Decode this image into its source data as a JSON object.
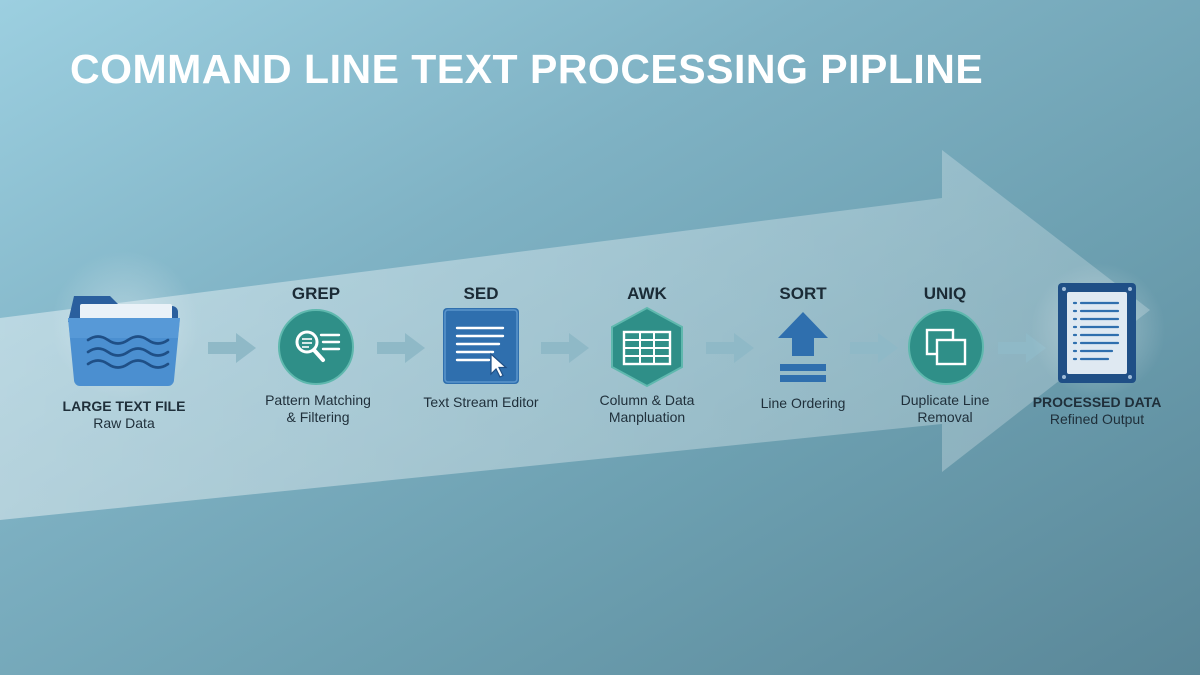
{
  "title": "COMMAND LINE TEXT PROCESSING PIPLINE",
  "colors": {
    "teal": "#2f8f88",
    "blue": "#2f6fae",
    "navy": "#1f4f86",
    "arrow": "#8fb9c7"
  },
  "stages": [
    {
      "name": "",
      "label": "LARGE TEXT FILE",
      "sub": "Raw Data",
      "icon": "folder-icon"
    },
    {
      "name": "GREP",
      "line1": "Pattern Matching",
      "line2": "& Filtering",
      "icon": "magnifier-list-icon"
    },
    {
      "name": "SED",
      "line1": "Text Stream Editor",
      "line2": "",
      "icon": "text-editor-cursor-icon"
    },
    {
      "name": "AWK",
      "line1": "Column & Data",
      "line2": "Manpluation",
      "icon": "table-hexagon-icon"
    },
    {
      "name": "SORT",
      "line1": "Line Ordering",
      "line2": "",
      "icon": "sort-up-arrow-icon"
    },
    {
      "name": "UNIQ",
      "line1": "Duplicate Line",
      "line2": "Removal",
      "icon": "duplicate-squares-icon"
    },
    {
      "name": "",
      "label": "PROCESSED DATA",
      "sub": "Refined Output",
      "icon": "document-output-icon"
    }
  ]
}
